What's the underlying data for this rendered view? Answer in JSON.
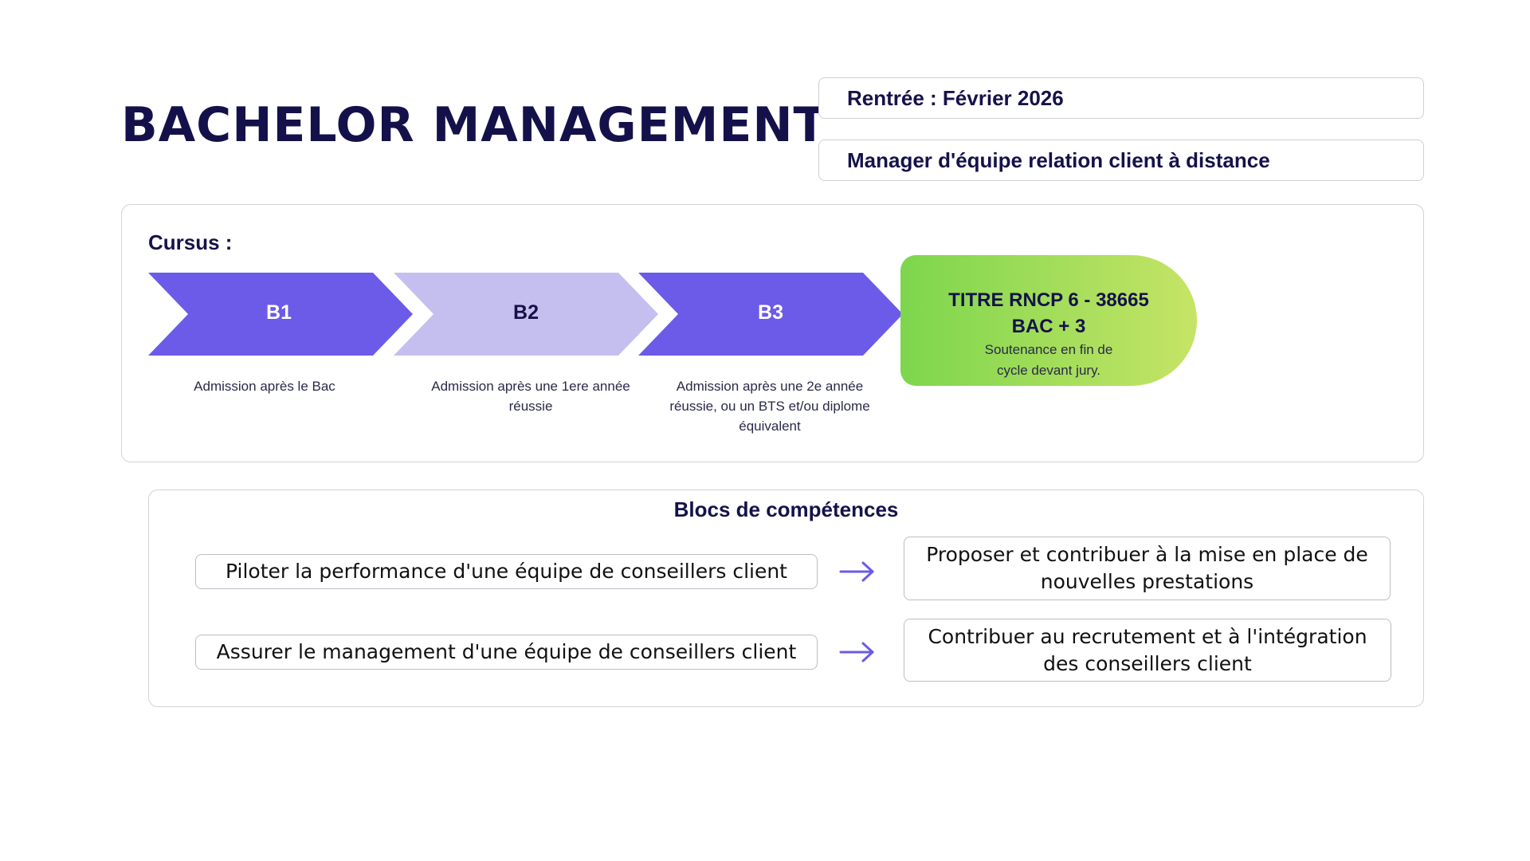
{
  "header": {
    "title": "BACHELOR MANAGEMENT",
    "rentree": "Rentrée : Février 2026",
    "poste": "Manager d'équipe relation client à distance"
  },
  "cursus": {
    "label": "Cursus :",
    "steps": [
      {
        "label": "B1",
        "desc": "Admission après le Bac",
        "color": "#6b5be8"
      },
      {
        "label": "B2",
        "desc": "Admission après une 1ere année réussie",
        "color": "#c5bff0"
      },
      {
        "label": "B3",
        "desc": "Admission après une 2e année réussie, ou un BTS et/ou diplome équivalent",
        "color": "#6b5be8"
      }
    ],
    "final": {
      "title": "TITRE RNCP 6 - 38665",
      "subtitle": "BAC + 3",
      "desc": "Soutenance en fin de cycle devant jury.",
      "gradient_start": "#7dd64d",
      "gradient_end": "#c6e466"
    }
  },
  "blocs": {
    "title": "Blocs de compétences",
    "left": [
      "Piloter la performance d'une équipe de conseillers client",
      "Assurer le management d'une équipe de conseillers client"
    ],
    "right": [
      "Proposer et contribuer à la mise en place de nouvelles prestations",
      "Contribuer au recrutement et à l'intégration des conseillers client"
    ],
    "arrow_icon": "arrow-right-icon",
    "arrow_color": "#6b5be8"
  }
}
